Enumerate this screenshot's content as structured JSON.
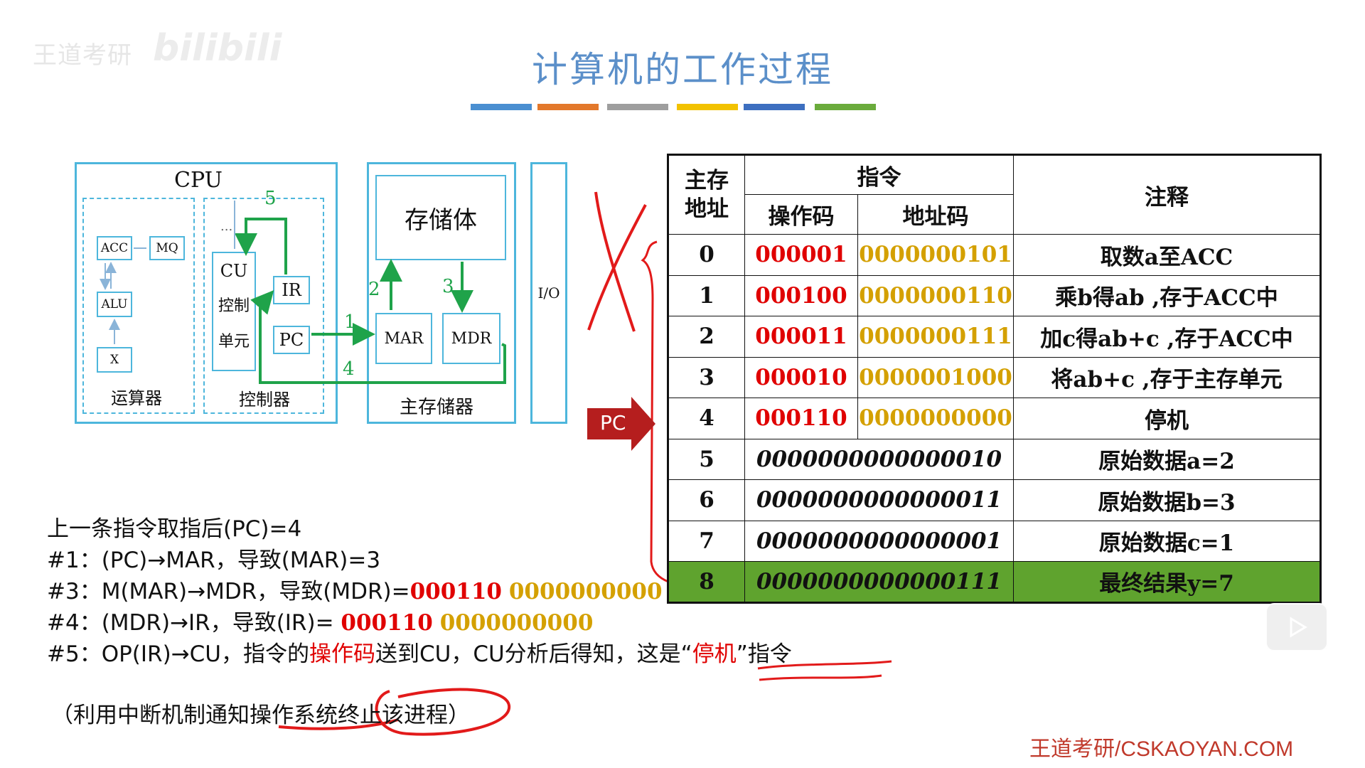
{
  "watermark": {
    "brand": "王道考研",
    "platform": "bilibili"
  },
  "title": "计算机的工作过程",
  "stripe_colors": [
    "#4a8fd1",
    "#e3782b",
    "#9e9e9e",
    "#f2c200",
    "#3d6fc0",
    "#6aab3c"
  ],
  "diagram": {
    "cpu_label": "CPU",
    "acc": "ACC",
    "mq": "MQ",
    "alu": "ALU",
    "x": "X",
    "alu_group": "运算器",
    "cu_label": "CU",
    "cu_sub1": "控制",
    "cu_sub2": "单元",
    "ir": "IR",
    "pc": "PC",
    "ctrl_group": "控制器",
    "storage": "存储体",
    "mar": "MAR",
    "mdr": "MDR",
    "mem_group": "主存储器",
    "io": "I/O",
    "step_nums": [
      "1",
      "2",
      "3",
      "4",
      "5"
    ],
    "dots": "..."
  },
  "pc_pointer": "PC",
  "table": {
    "headers": {
      "addr": "主存\n地址",
      "instr": "指令",
      "opcode": "操作码",
      "address": "地址码",
      "note": "注释"
    },
    "rows": [
      {
        "addr": "0",
        "op": "000001",
        "ad": "0000000101",
        "note": "取数a至ACC"
      },
      {
        "addr": "1",
        "op": "000100",
        "ad": "0000000110",
        "note": "乘b得ab ,存于ACC中"
      },
      {
        "addr": "2",
        "op": "000011",
        "ad": "0000000111",
        "note": "加c得ab+c ,存于ACC中"
      },
      {
        "addr": "3",
        "op": "000010",
        "ad": "0000001000",
        "note": "将ab+c ,存于主存单元"
      },
      {
        "addr": "4",
        "op": "000110",
        "ad": "0000000000",
        "note": "停机"
      },
      {
        "addr": "5",
        "data": "0000000000000010",
        "note": "原始数据a=2"
      },
      {
        "addr": "6",
        "data": "0000000000000011",
        "note": "原始数据b=3"
      },
      {
        "addr": "7",
        "data": "0000000000000001",
        "note": "原始数据c=1"
      },
      {
        "addr": "8",
        "data": "0000000000000111",
        "note": "最终结果y=7"
      }
    ]
  },
  "steps": {
    "l0": "上一条指令取指后(PC)=4",
    "l1": "#1：(PC)→MAR，导致(MAR)=3",
    "l3_pre": "#3：M(MAR)→MDR，导致(MDR)=",
    "l3_op": "000110",
    "l3_ad": "0000000000",
    "l4_pre": "#4：(MDR)→IR，导致(IR)= ",
    "l4_op": "000110",
    "l4_ad": "0000000000",
    "l5_a": "#5：OP(IR)→CU，指令的",
    "l5_red": "操作码",
    "l5_b": "送到CU，CU分析后得知，这是“",
    "l5_red2": "停机",
    "l5_c": "”指令",
    "note": "（利用中断机制通知操作系统终止该进程）"
  },
  "footer": "王道考研/CSKAOYAN.COM"
}
